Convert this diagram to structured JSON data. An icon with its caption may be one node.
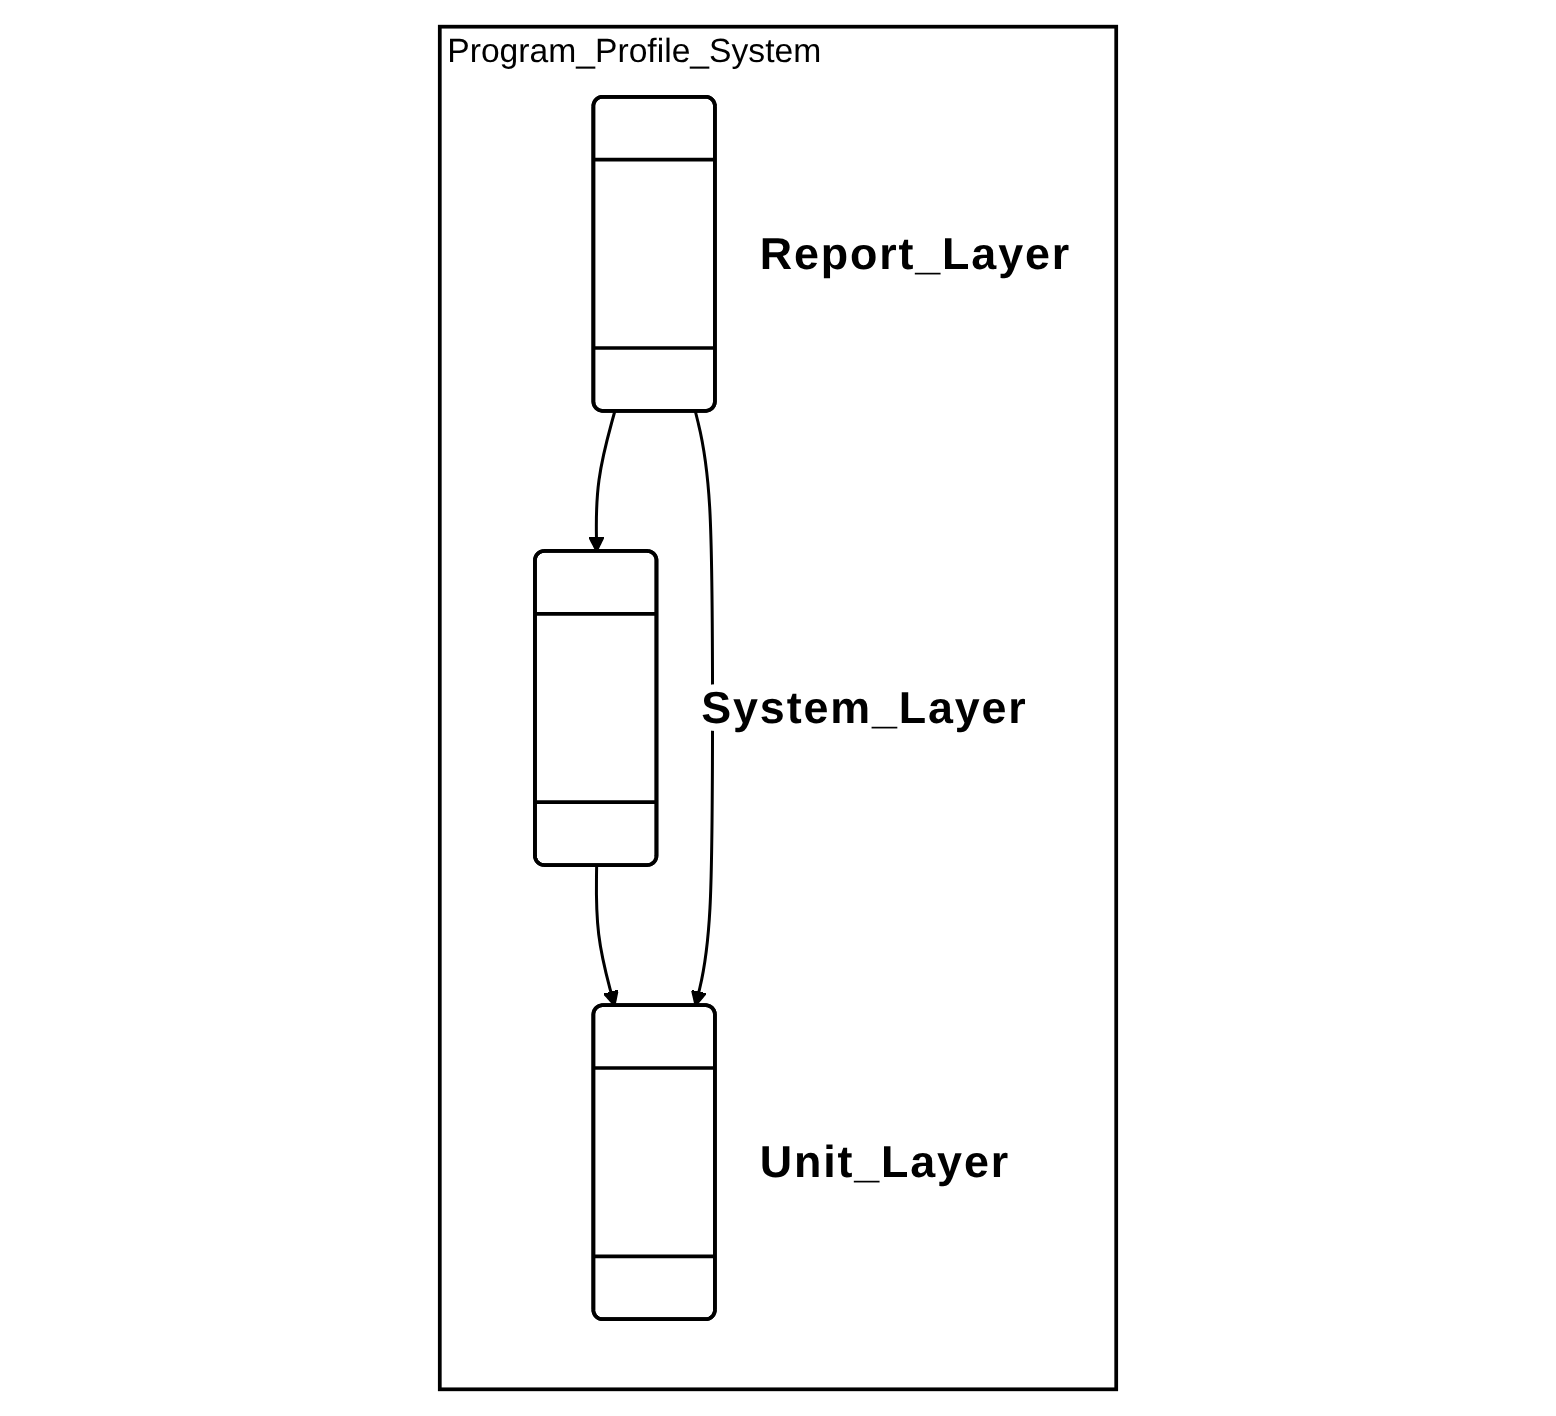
{
  "diagram": {
    "nodes": [
      {
        "text": [
          "Program_Profile_System"
        ]
      },
      {
        "text": [],
        "shape": "box",
        "beside": [
          "Report_Layer"
        ],
        "in": 0
      },
      {
        "text": [],
        "shape": "box",
        "beside": [
          "System_Layer"
        ],
        "in": 0
      },
      {
        "text": [],
        "shape": "box",
        "beside": [
          "Unit_Layer"
        ],
        "in": 0
      }
    ],
    "edges": [
      {
        "from": 1,
        "to": 2,
        "arrow": "to"
      },
      {
        "from": 2,
        "to": 3,
        "arrow": "to"
      },
      {
        "from": 1,
        "to": 3,
        "arrow": "to"
      }
    ]
  }
}
